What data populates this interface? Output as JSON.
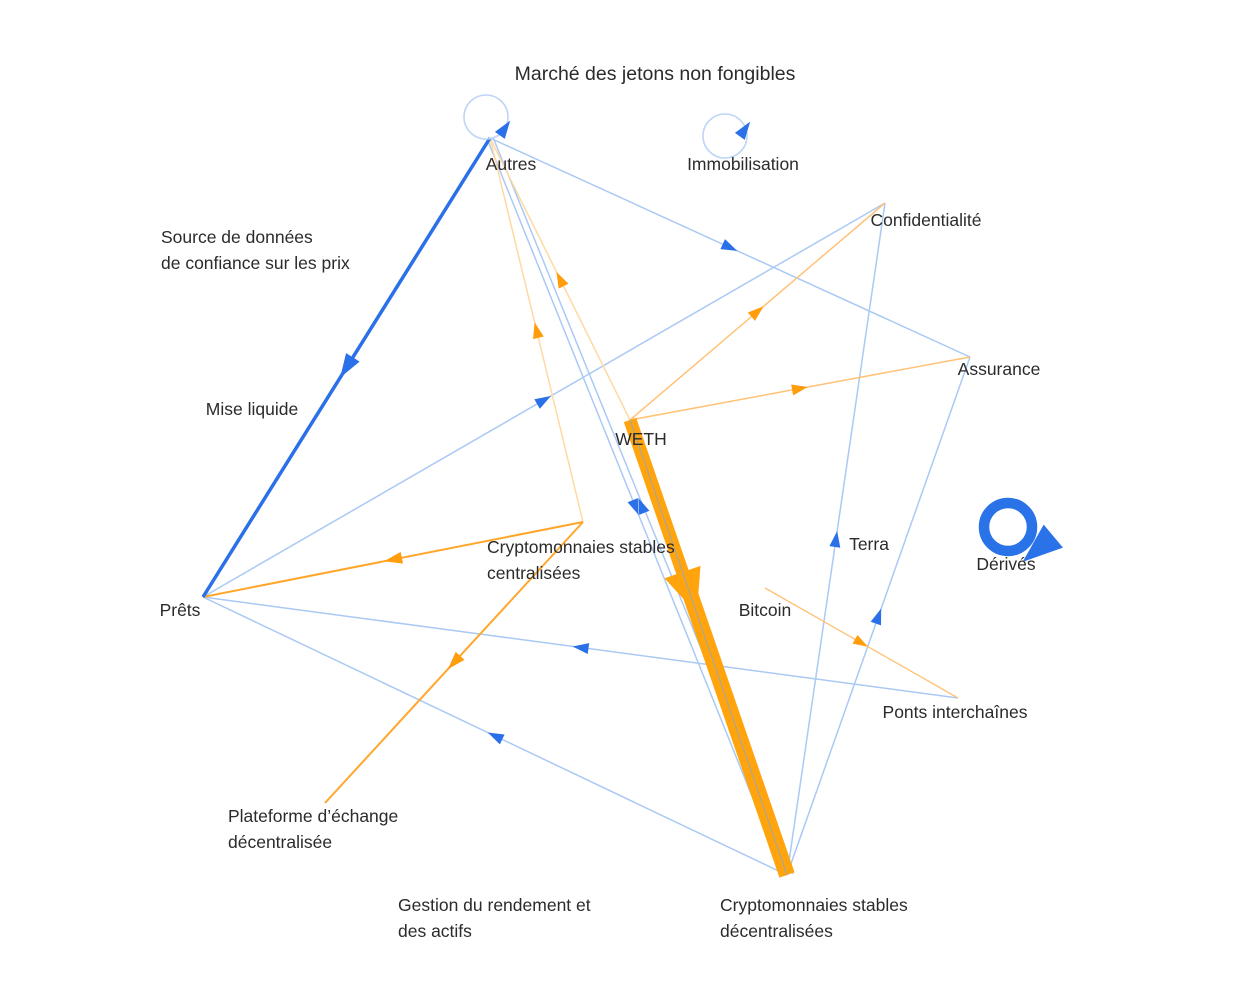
{
  "title": "Marché des jetons non fongibles",
  "colors": {
    "blue_strong": "#2a70e8",
    "blue_pale": "#aac9f4",
    "orange_strong": "#ffa40d",
    "orange_medium": "#ffc276",
    "orange_pale": "#ffd9a3",
    "label_text": "#2b2b2b"
  },
  "nodes": {
    "marche_nft": {
      "label": "Marché des jetons non fongibles"
    },
    "autres": {
      "label": "Autres"
    },
    "immobilisation": {
      "label": "Immobilisation"
    },
    "confidentialite": {
      "label": "Confidentialité"
    },
    "assurance": {
      "label": "Assurance"
    },
    "source_prix": {
      "line1": "Source de données",
      "line2": "de confiance sur les prix"
    },
    "mise_liquide": {
      "label": "Mise liquide"
    },
    "weth": {
      "label": "WETH"
    },
    "centralisees": {
      "line1": "Cryptomonnaies stables",
      "line2": "centralisées"
    },
    "terra": {
      "label": "Terra"
    },
    "derives": {
      "label": "Dérivés"
    },
    "bitcoin": {
      "label": "Bitcoin"
    },
    "prets": {
      "label": "Prêts"
    },
    "ponts": {
      "label": "Ponts interchaînes"
    },
    "plateforme": {
      "line1": "Plateforme d’échange",
      "line2": "décentralisée"
    },
    "gestion": {
      "line1": "Gestion du rendement et",
      "line2": "des actifs"
    },
    "decentralisees": {
      "line1": "Cryptomonnaies stables",
      "line2": "décentralisées"
    }
  },
  "edges": [
    {
      "from": "autres",
      "to": "prets",
      "color": "blue",
      "weight": "medium"
    },
    {
      "from": "autres",
      "to": "assurance",
      "color": "blue",
      "weight": "thin"
    },
    {
      "from": "autres",
      "to": "decentralisees",
      "color": "blue",
      "weight": "thin"
    },
    {
      "from": "decentralisees",
      "to": "autres",
      "color": "blue",
      "weight": "thin"
    },
    {
      "from": "decentralisees",
      "to": "confidentialite",
      "color": "blue",
      "weight": "thin"
    },
    {
      "from": "decentralisees",
      "to": "assurance",
      "color": "blue",
      "weight": "thin"
    },
    {
      "from": "decentralisees",
      "to": "prets",
      "color": "blue",
      "weight": "thin"
    },
    {
      "from": "ponts",
      "to": "prets",
      "color": "blue",
      "weight": "thin"
    },
    {
      "from": "prets",
      "to": "confidentialite",
      "color": "blue",
      "weight": "thin"
    },
    {
      "from": "centralisees",
      "to": "prets",
      "color": "orange",
      "weight": "thin"
    },
    {
      "from": "centralisees",
      "to": "plateforme",
      "color": "orange",
      "weight": "thin"
    },
    {
      "from": "centralisees",
      "to": "autres",
      "color": "orange",
      "weight": "thin"
    },
    {
      "from": "weth",
      "to": "autres",
      "color": "orange",
      "weight": "thin"
    },
    {
      "from": "weth",
      "to": "confidentialite",
      "color": "orange",
      "weight": "thin"
    },
    {
      "from": "weth",
      "to": "assurance",
      "color": "orange",
      "weight": "thin"
    },
    {
      "from": "bitcoin",
      "to": "ponts",
      "color": "orange",
      "weight": "thin"
    },
    {
      "from": "weth",
      "to": "decentralisees",
      "color": "orange",
      "weight": "thick"
    },
    {
      "from": "autres",
      "to": "autres",
      "color": "blue",
      "weight": "loop"
    },
    {
      "from": "immobilisation",
      "to": "immobilisation",
      "color": "blue",
      "weight": "loop"
    },
    {
      "from": "derives",
      "to": "derives",
      "color": "blue",
      "weight": "thick-loop"
    }
  ]
}
